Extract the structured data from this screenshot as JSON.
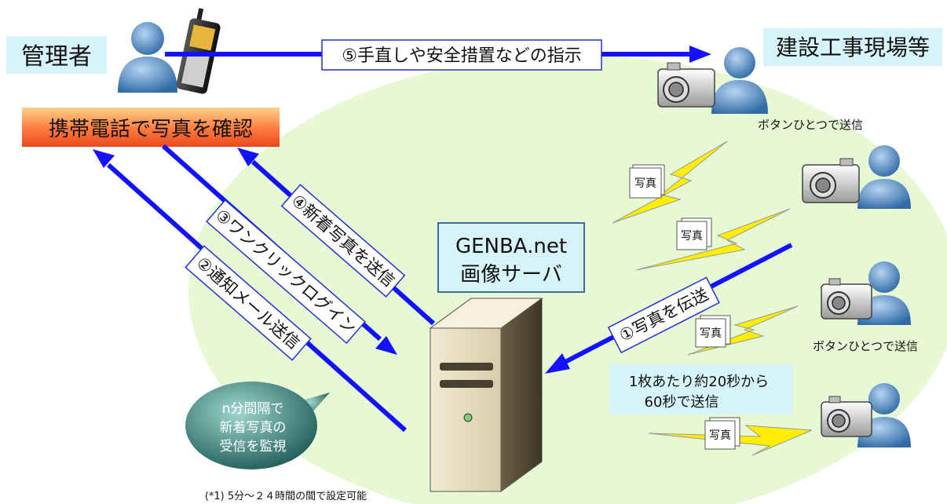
{
  "labels": {
    "manager": "管理者",
    "site": "建設工事現場等",
    "phone_check": "携帯電話で写真を確認",
    "server_line1": "GENBA.net",
    "server_line2": "画像サーバ",
    "one_button_top": "ボタンひとつで送信",
    "one_button_mid": "ボタンひとつで送信",
    "photo_tag": "写真",
    "send_time_line1": "1枚あたり約20秒から",
    "send_time_line2": "60秒で送信",
    "monitor_line1": "n分間隔で",
    "monitor_line2": "新着写真の",
    "monitor_line3": "受信を監視",
    "footnote": "(*1) 5分～２４時間の間で設定可能"
  },
  "steps": {
    "s1": "①写真を伝送",
    "s2": "②通知メール送信",
    "s3": "③ワンクリックログイン",
    "s4": "④新着写真を送信",
    "s5": "⑤手直しや安全措置などの指示"
  },
  "colors": {
    "arrow": "#1010ff",
    "ellipse": "#e4f8d2",
    "label_box": "#d4f2f7",
    "phone_check_box": "#ff6a3a",
    "person": "#5a8ec6",
    "bolt": "#ffee00",
    "monitor_bubble": "#2f6f68"
  }
}
